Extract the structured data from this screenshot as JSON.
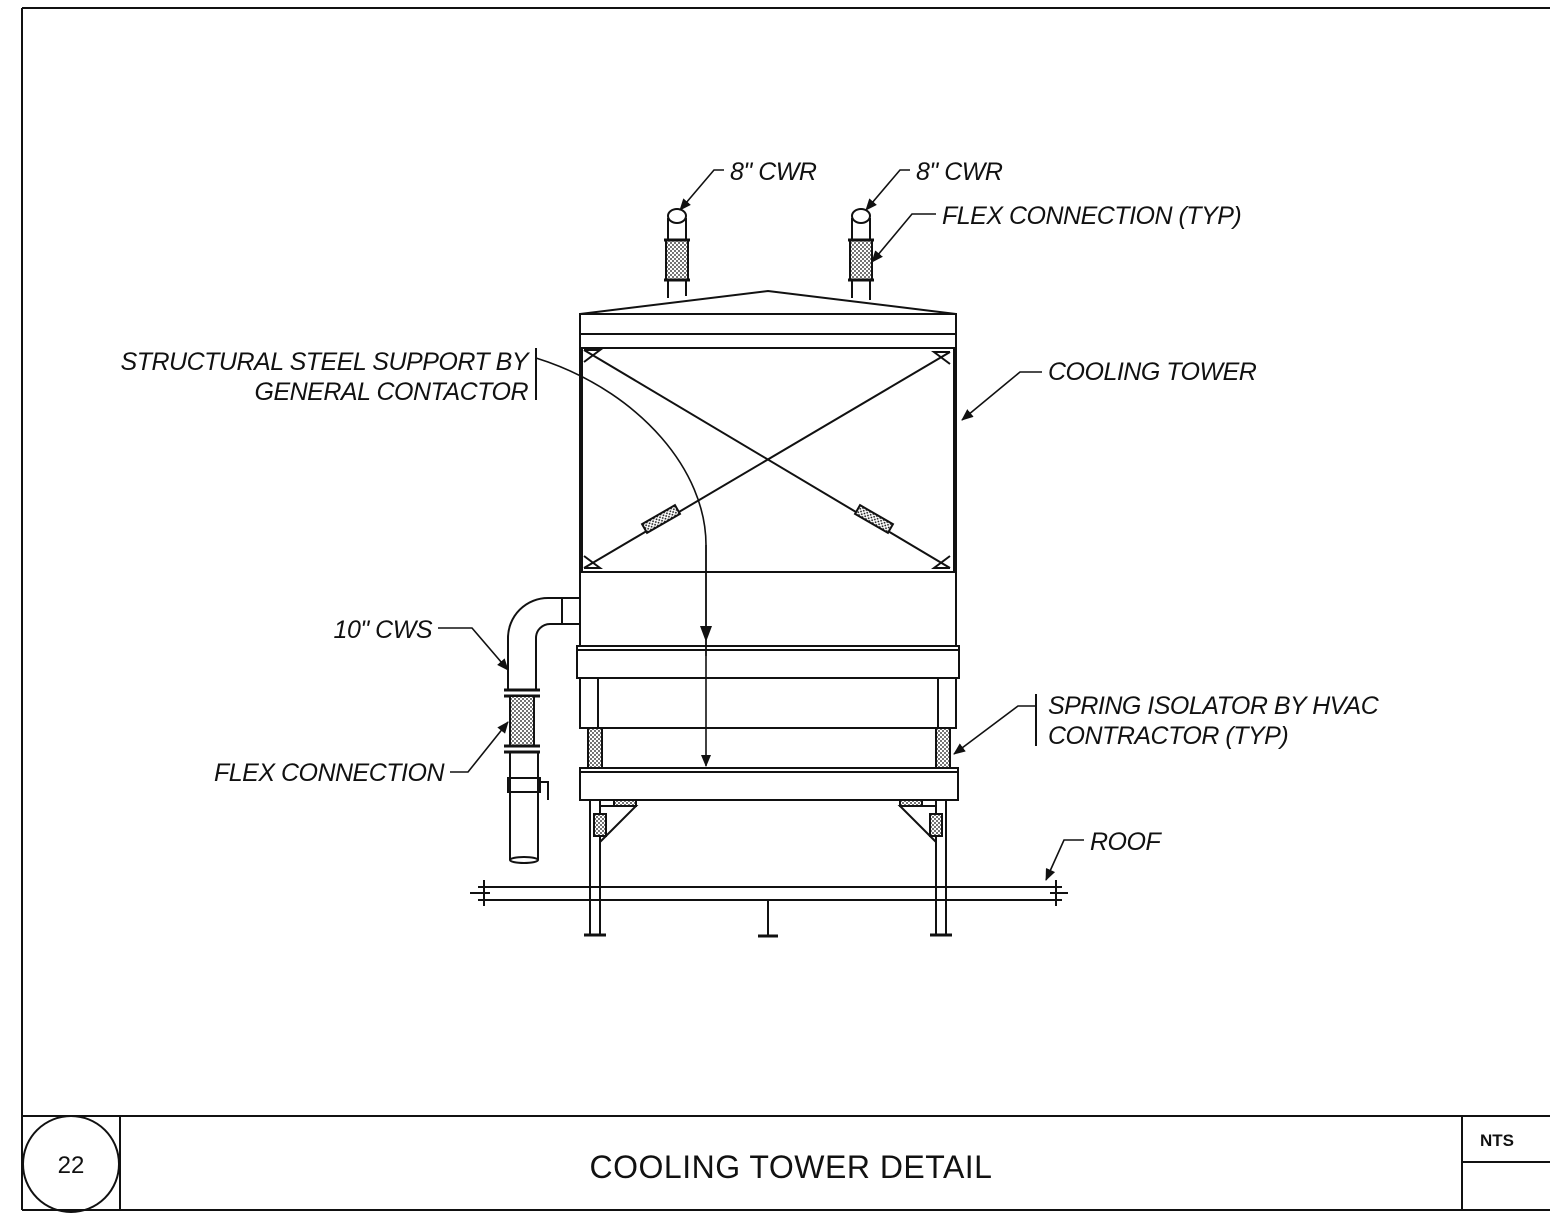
{
  "labels": {
    "cwr_left": "8\" CWR",
    "cwr_right": "8\" CWR",
    "flex_connection_typ": "FLEX CONNECTION (TYP)",
    "steel_support_line1": "STRUCTURAL STEEL SUPPORT BY",
    "steel_support_line2": "GENERAL CONTACTOR",
    "cooling_tower": "COOLING TOWER",
    "cws": "10\" CWS",
    "flex_connection": "FLEX CONNECTION",
    "spring_isolator_line1": "SPRING ISOLATOR BY HVAC",
    "spring_isolator_line2": "CONTRACTOR (TYP)",
    "roof": "ROOF"
  },
  "title_block": {
    "detail_number": "22",
    "title": "COOLING TOWER DETAIL",
    "scale": "NTS"
  }
}
